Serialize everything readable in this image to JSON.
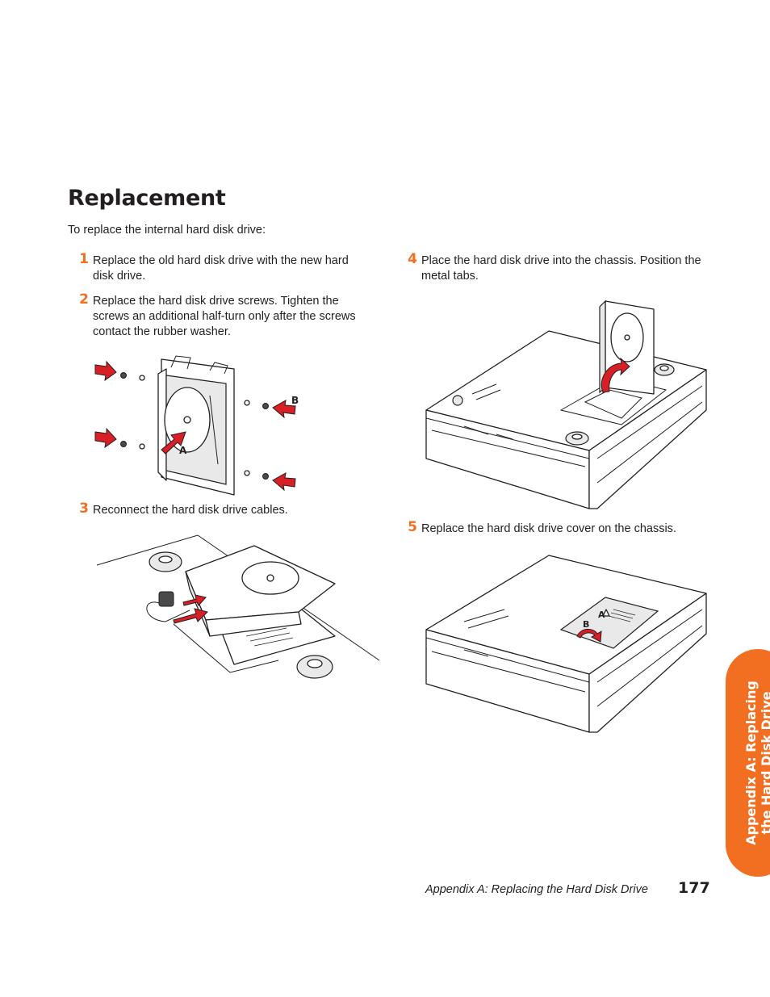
{
  "heading": "Replacement",
  "intro": "To replace the internal hard disk drive:",
  "steps": [
    {
      "number": "1",
      "text": "Replace the old hard disk drive with the new hard disk drive."
    },
    {
      "number": "2",
      "text": "Replace the hard disk drive screws. Tighten the screws an additional half-turn only after the screws contact the rubber washer."
    },
    {
      "number": "3",
      "text": "Reconnect the hard disk drive cables."
    },
    {
      "number": "4",
      "text": "Place the hard disk drive into the chassis. Position the metal tabs."
    },
    {
      "number": "5",
      "text": "Replace the hard disk drive cover on the chassis."
    }
  ],
  "figures": {
    "screws": {
      "label_a": "A",
      "label_b": "B"
    },
    "cover": {
      "label_a": "A",
      "label_b": "B"
    }
  },
  "side_tab": {
    "line1": "Appendix A: Replacing",
    "line2": "the Hard Disk Drive"
  },
  "footer": {
    "chapter": "Appendix A: Replacing the Hard Disk Drive",
    "page": "177"
  },
  "colors": {
    "accent": "#f26f21",
    "arrow": "#d91f26"
  }
}
